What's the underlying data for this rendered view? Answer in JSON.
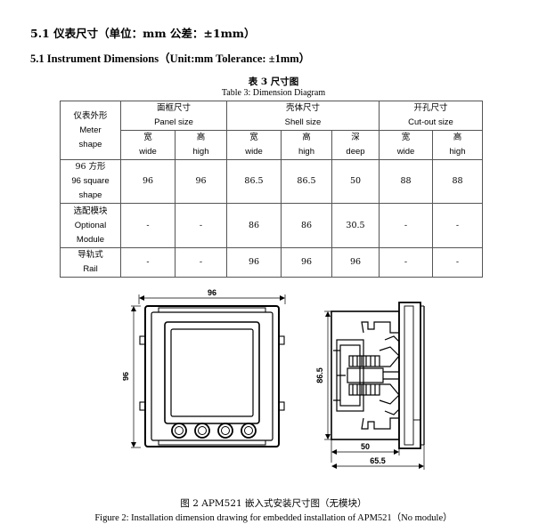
{
  "headings": {
    "cn": "5.1 仪表尺寸（单位：mm   公差：±1mm）",
    "en": "5.1 Instrument Dimensions（Unit:mm Tolerance: ±1mm）"
  },
  "table": {
    "caption_cn": "表 3  尺寸图",
    "caption_en": "Table 3: Dimension Diagram",
    "corner": {
      "cn": "仪表外形",
      "en": "Meter shape"
    },
    "groups": [
      {
        "cn": "面框尺寸",
        "en": "Panel size"
      },
      {
        "cn": "壳体尺寸",
        "en": "Shell size"
      },
      {
        "cn": "开孔尺寸",
        "en": "Cut-out size"
      }
    ],
    "subheaders": [
      {
        "cn": "宽",
        "en": "wide"
      },
      {
        "cn": "高",
        "en": "high"
      },
      {
        "cn": "宽",
        "en": "wide"
      },
      {
        "cn": "高",
        "en": "high"
      },
      {
        "cn": "深",
        "en": "deep"
      },
      {
        "cn": "宽",
        "en": "wide"
      },
      {
        "cn": "高",
        "en": "high"
      }
    ],
    "rows": [
      {
        "cn": "96 方形",
        "en": "96 square shape",
        "values": [
          "96",
          "96",
          "86.5",
          "86.5",
          "50",
          "88",
          "88"
        ]
      },
      {
        "cn": "选配模块",
        "en": "Optional Module",
        "values": [
          "-",
          "-",
          "86",
          "86",
          "30.5",
          "-",
          "-"
        ]
      },
      {
        "cn": "导轨式",
        "en": "Rail",
        "values": [
          "-",
          "-",
          "96",
          "96",
          "96",
          "-",
          "-"
        ]
      }
    ]
  },
  "figure": {
    "front_width": "96",
    "front_height": "96",
    "side_height": "86.5",
    "side_depth": "50",
    "side_total": "65.5",
    "caption_cn": "图 2      APM521 嵌入式安装尺寸图（无模块）",
    "caption_en": "Figure 2: Installation dimension drawing for embedded installation of APM521（No module）"
  }
}
